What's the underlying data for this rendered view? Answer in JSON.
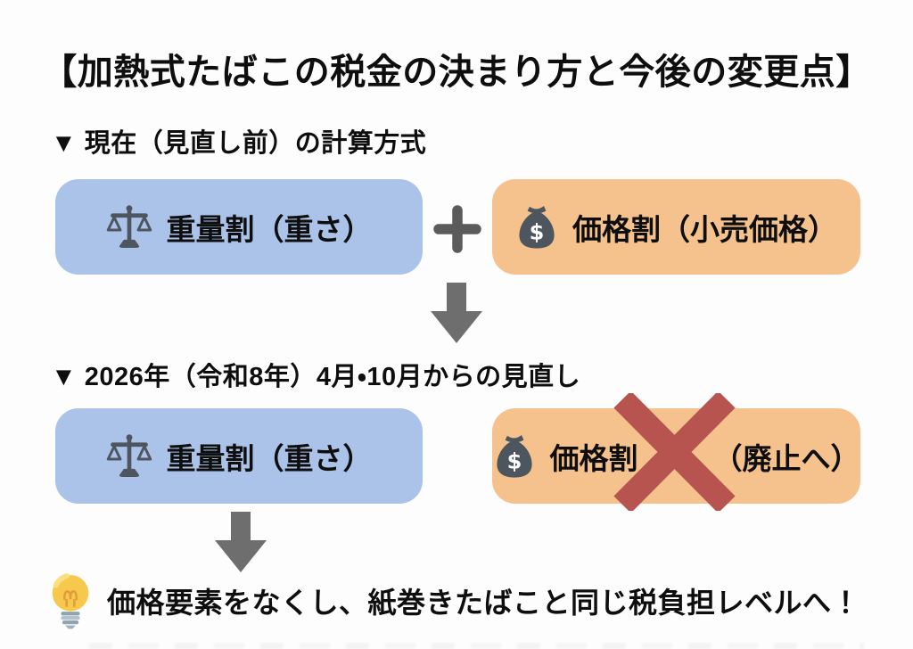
{
  "title": "【加熱式たばこの税金の決まり方と今後の変更点】",
  "sections": {
    "current": {
      "heading": "▼ 現在（見直し前）の計算方式",
      "weight_label": "重量割（重さ）",
      "operator": "＋",
      "price_label": "価格割（小売価格）"
    },
    "future": {
      "heading": "▼ 2026年（令和8年）4月・10月からの見直し",
      "weight_label": "重量割（重さ）",
      "price_label_before": "価格割",
      "price_label_after": "（廃止へ）",
      "price_status": "廃止（赤いバツ印）"
    }
  },
  "conclusion": {
    "text": "価格要素をなくし、紙巻きたばこと同じ税負担レベルへ！"
  },
  "icons": {
    "weight": "balance-scale-icon",
    "price": "money-bag-icon",
    "operator": "plus-icon",
    "flow": "down-arrow-icon",
    "cancel": "red-x-icon",
    "idea": "lightbulb-icon"
  },
  "colors": {
    "background": "#fdfdfd",
    "text": "#0e0e0e",
    "weight_box_bg": "#abc3e8",
    "price_box_bg": "#f5c28d",
    "icon_gray": "#4d565f",
    "plus_gray": "#5b5b5b",
    "arrow_gray": "#6e6e6e",
    "cancel_red": "#b85450",
    "bulb_yellow": "#f6c84c",
    "bulb_filament_orange": "#e39c3c",
    "bulb_base_gray": "#8fa3b0"
  }
}
